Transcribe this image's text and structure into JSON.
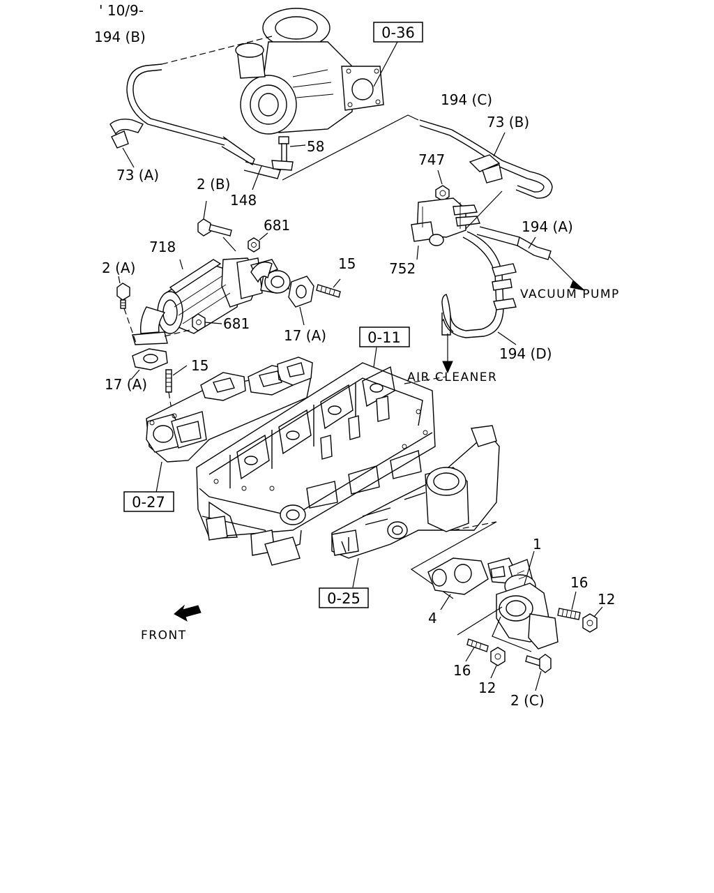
{
  "header": {
    "date_code": "' 10/9-"
  },
  "callouts": {
    "p194b": "194 (B)",
    "p73a": "73 (A)",
    "p58": "58",
    "p148": "148",
    "p194c": "194 (C)",
    "p73b": "73 (B)",
    "p747": "747",
    "p752": "752",
    "p194a": "194 (A)",
    "p194d": "194 (D)",
    "p2b": "2 (B)",
    "p681_top": "681",
    "p718": "718",
    "p2a": "2 (A)",
    "p15_top": "15",
    "p681_mid": "681",
    "p17a_right": "17 (A)",
    "p17a_left": "17 (A)",
    "p15_left": "15",
    "p1": "1",
    "p16_right": "16",
    "p12_right": "12",
    "p4": "4",
    "p16_bottom": "16",
    "p12_bottom": "12",
    "p2c": "2 (C)"
  },
  "refs": {
    "r036": "0-36",
    "r011": "0-11",
    "r027": "0-27",
    "r025": "0-25"
  },
  "notes": {
    "vacuum_pump": "VACUUM PUMP",
    "air_cleaner": "AIR CLEANER",
    "front": "FRONT"
  }
}
